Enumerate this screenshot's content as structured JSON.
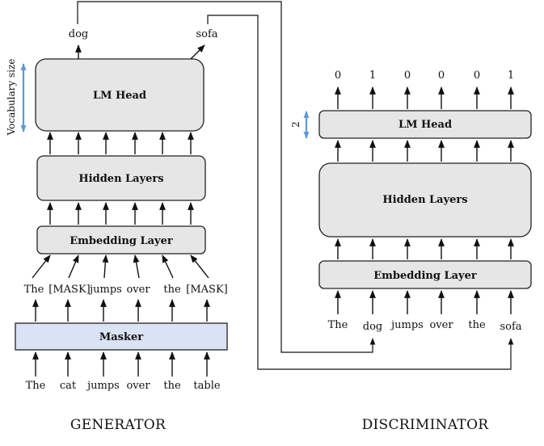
{
  "generator": {
    "title": "GENERATOR",
    "input_tokens": [
      "The",
      "cat",
      "jumps",
      "over",
      "the",
      "table"
    ],
    "masker_label": "Masker",
    "masked_tokens": [
      "The",
      "[MASK]",
      "jumps",
      "over",
      "the",
      "[MASK]"
    ],
    "embedding_label": "Embedding Layer",
    "hidden_label": "Hidden Layers",
    "lm_head_label": "LM Head",
    "dimension_label": "Vocabulary size",
    "outputs": [
      "dog",
      "sofa"
    ]
  },
  "discriminator": {
    "title": "DISCRIMINATOR",
    "input_tokens": [
      "The",
      "dog",
      "jumps",
      "over",
      "the",
      "sofa"
    ],
    "embedding_label": "Embedding Layer",
    "hidden_label": "Hidden Layers",
    "lm_head_label": "LM Head",
    "dimension_label": "2",
    "outputs": [
      "0",
      "1",
      "0",
      "0",
      "0",
      "1"
    ]
  },
  "colors": {
    "layer_fill": "#e6e6e6",
    "masker_fill": "#dae3f3",
    "dimension_arrow": "#5b9bd5"
  }
}
